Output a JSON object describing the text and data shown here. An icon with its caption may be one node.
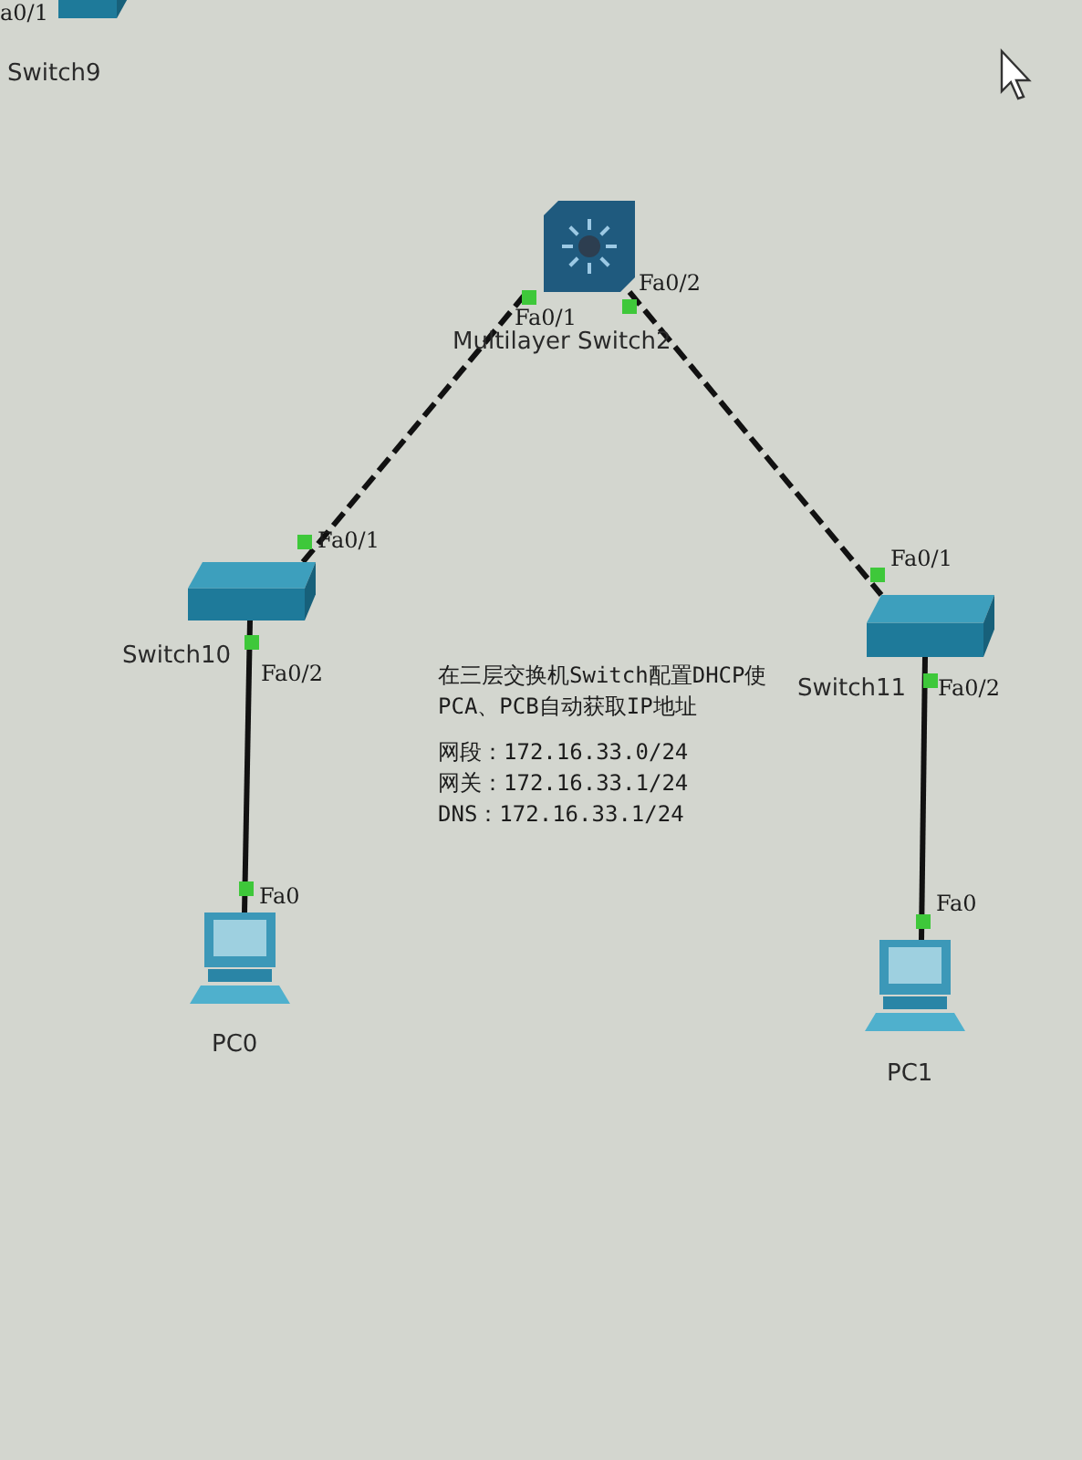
{
  "diagram": {
    "nodes": [
      {
        "text": [
          "Switch9"
        ]
      },
      {
        "text": [
          "Multilayer Switch2"
        ]
      },
      {
        "text": [
          "Switch10"
        ]
      },
      {
        "text": [
          "Switch11"
        ]
      },
      {
        "text": [
          "PC0"
        ]
      },
      {
        "text": [
          "PC1"
        ]
      }
    ],
    "edges": [
      {
        "from": 1,
        "to": 2,
        "arrow": "none",
        "style": "dashed"
      },
      {
        "from": 1,
        "to": 3,
        "arrow": "none",
        "style": "dashed"
      },
      {
        "from": 2,
        "to": 4,
        "arrow": "none"
      },
      {
        "from": 3,
        "to": 5,
        "arrow": "none"
      }
    ],
    "labels": [
      "a0/1",
      "Fa0/1",
      "Fa0/2",
      "Fa0/1",
      "Fa0/2",
      "Fa0/1",
      "Fa0/2",
      "Fa0",
      "Fa0",
      "在三层交换机Switch配置DHCP使PCA、PCB自动获取IP地址",
      "网段：172.16.33.0/24",
      "网关：172.16.33.1/24",
      "DNS：172.16.33.1/24"
    ]
  }
}
